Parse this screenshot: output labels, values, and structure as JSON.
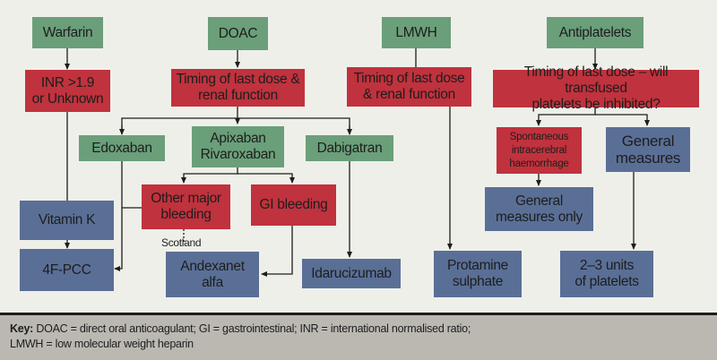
{
  "diagram": {
    "nodes": {
      "warfarin": "Warfarin",
      "doac": "DOAC",
      "lmwh": "LMWH",
      "antiplatelets": "Antiplatelets",
      "inr": [
        "INR >1.9",
        "or Unknown"
      ],
      "doac_timing": [
        "Timing of last dose &",
        "renal function"
      ],
      "lmwh_timing": [
        "Timing of last dose",
        "& renal function"
      ],
      "antiplatelet_timing": [
        "Timing of last dose – will transfused",
        "platelets be inhibited?"
      ],
      "edoxaban": "Edoxaban",
      "apixaban": [
        "Apixaban",
        "Rivaroxaban"
      ],
      "dabigatran": "Dabigatran",
      "spontaneous_ich": [
        "Spontaneous",
        "intracerebral",
        "haemorrhage"
      ],
      "general_measures": [
        "General",
        "measures"
      ],
      "other_major_bleeding": [
        "Other major",
        "bleeding"
      ],
      "gi_bleeding": "GI bleeding",
      "general_measures_only": [
        "General",
        "measures only"
      ],
      "vitamin_k": "Vitamin K",
      "pcc": "4F-PCC",
      "andexanet": [
        "Andexanet",
        "alfa"
      ],
      "idarucizumab": "Idarucizumab",
      "protamine": [
        "Protamine",
        "sulphate"
      ],
      "platelets": [
        "2–3 units",
        "of platelets"
      ]
    },
    "annotations": {
      "scotland": "Scotland"
    },
    "colors": {
      "agent": "#6a9f7a",
      "assessment": "#c0323d",
      "treatment": "#5a6f96",
      "line": "#1d1d1d"
    }
  },
  "key": {
    "label": "Key:",
    "line1": " DOAC = direct oral anticoagulant; GI = gastrointestinal; INR = international normalised ratio;",
    "line2": "LMWH = low molecular weight heparin"
  }
}
